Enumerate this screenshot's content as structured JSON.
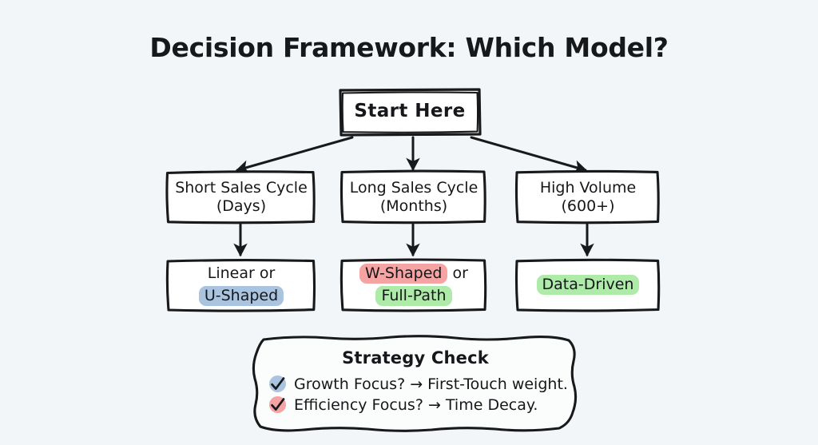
{
  "page": {
    "title": "Decision Framework: Which Model?",
    "background_color": "#f2f6f8",
    "ink_color": "#18191b"
  },
  "start_node": {
    "label": "Start Here"
  },
  "criteria_nodes": [
    {
      "line1": "Short Sales Cycle",
      "line2": "(Days)"
    },
    {
      "line1": "Long Sales Cycle",
      "line2": "(Months)"
    },
    {
      "line1": "High Volume",
      "line2": "(600+)"
    }
  ],
  "outcome_nodes": [
    {
      "line1": {
        "text": "Linear or",
        "highlight": "none"
      },
      "line2": {
        "text": "U-Shaped",
        "highlight": "blue"
      },
      "connector": ""
    },
    {
      "line1": {
        "text": "W-Shaped",
        "highlight": "red",
        "suffix": " or"
      },
      "line2": {
        "text": "Full-Path",
        "highlight": "green"
      },
      "connector": "or"
    },
    {
      "line1": {
        "text": "Data-Driven",
        "highlight": "green"
      },
      "line2": {
        "text": "",
        "highlight": "none"
      },
      "connector": ""
    }
  ],
  "strategy_panel": {
    "title": "Strategy Check",
    "items": [
      {
        "icon": "check-icon",
        "icon_color": "blue",
        "text": "Growth Focus? → First-Touch weight."
      },
      {
        "icon": "check-icon",
        "icon_color": "red",
        "text": "Efficiency Focus? → Time Decay."
      }
    ]
  },
  "highlight_colors": {
    "blue": "#aac4e0",
    "red": "#f5a3a3",
    "green": "#aeeaa8",
    "none": "transparent"
  },
  "connectors": [
    {
      "from": "start_node",
      "to": "criteria_nodes.0",
      "style": "diagonal-left-arrow"
    },
    {
      "from": "start_node",
      "to": "criteria_nodes.1",
      "style": "vertical-arrow"
    },
    {
      "from": "start_node",
      "to": "criteria_nodes.2",
      "style": "diagonal-right-arrow"
    },
    {
      "from": "criteria_nodes.0",
      "to": "outcome_nodes.0",
      "style": "vertical-arrow"
    },
    {
      "from": "criteria_nodes.1",
      "to": "outcome_nodes.1",
      "style": "vertical-arrow"
    },
    {
      "from": "criteria_nodes.2",
      "to": "outcome_nodes.2",
      "style": "vertical-arrow"
    }
  ]
}
